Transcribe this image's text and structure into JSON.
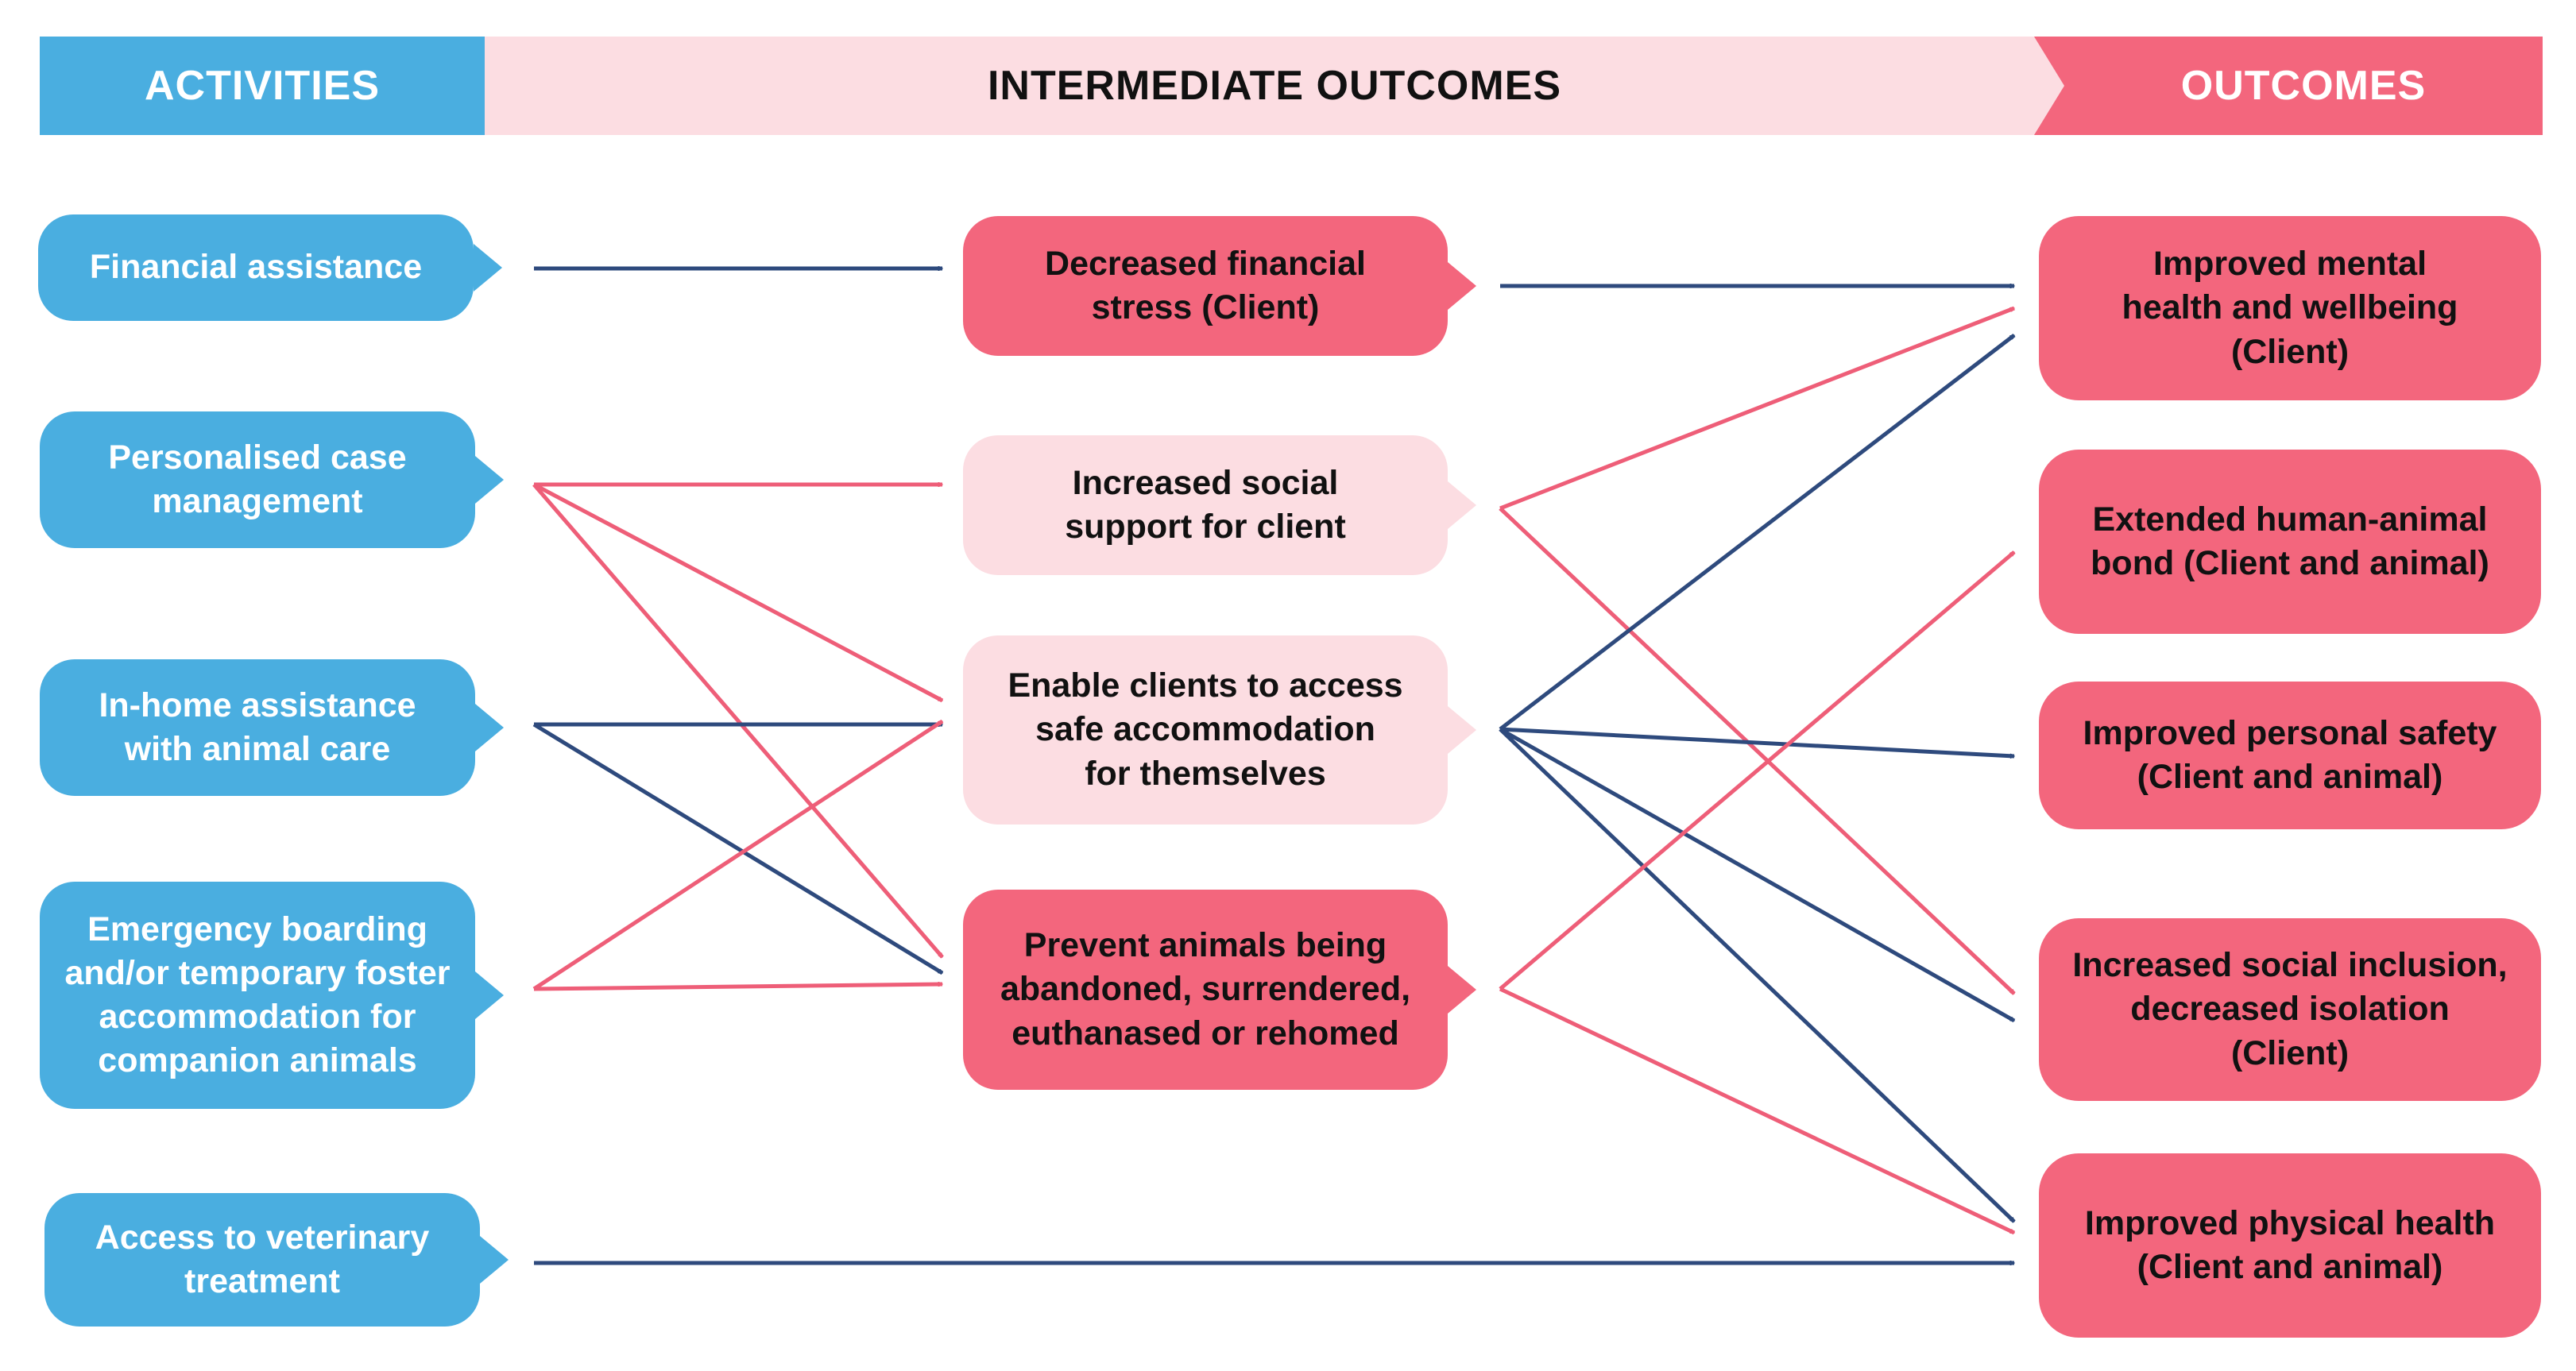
{
  "headers": {
    "activities": "ACTIVITIES",
    "intermediate": "INTERMEDIATE OUTCOMES",
    "outcomes": "OUTCOMES"
  },
  "activities": [
    {
      "label": "Financial assistance"
    },
    {
      "label": "Personalised case\nmanagement"
    },
    {
      "label": "In-home assistance\nwith animal care"
    },
    {
      "label": "Emergency boarding\nand/or temporary foster\naccommodation for\ncompanion animals"
    },
    {
      "label": "Access to veterinary\ntreatment"
    }
  ],
  "intermediate": [
    {
      "label": "Decreased financial\nstress (Client)",
      "shade": "dark"
    },
    {
      "label": "Increased social\nsupport for client",
      "shade": "light"
    },
    {
      "label": "Enable clients to access\nsafe accommodation\nfor themselves",
      "shade": "light"
    },
    {
      "label": "Prevent animals being\nabandoned, surrendered,\neuthanased or rehomed",
      "shade": "dark"
    }
  ],
  "outcomes": [
    {
      "label": "Improved mental\nhealth and wellbeing\n(Client)"
    },
    {
      "label": "Extended human-animal\nbond (Client and animal)"
    },
    {
      "label": "Improved personal safety\n(Client and animal)"
    },
    {
      "label": "Increased social inclusion,\ndecreased isolation\n(Client)"
    },
    {
      "label": "Improved  physical health\n(Client and animal)"
    }
  ],
  "colors": {
    "blue": "#4aaee0",
    "pink_dark": "#f3667d",
    "pink_light": "#fcdde2",
    "arrow_navy": "#2e4a7d",
    "arrow_pink": "#ee5e78"
  },
  "links": [
    {
      "from": "activity-0",
      "to": "intermediate-0",
      "color": "navy"
    },
    {
      "from": "activity-1",
      "to": "intermediate-1",
      "color": "pink"
    },
    {
      "from": "activity-1",
      "to": "intermediate-2",
      "color": "pink"
    },
    {
      "from": "activity-1",
      "to": "intermediate-3",
      "color": "pink"
    },
    {
      "from": "activity-2",
      "to": "intermediate-2",
      "color": "navy"
    },
    {
      "from": "activity-2",
      "to": "intermediate-3",
      "color": "navy"
    },
    {
      "from": "activity-3",
      "to": "intermediate-2",
      "color": "pink"
    },
    {
      "from": "activity-3",
      "to": "intermediate-3",
      "color": "pink"
    },
    {
      "from": "activity-4",
      "to": "outcome-4",
      "color": "navy"
    },
    {
      "from": "intermediate-0",
      "to": "outcome-0",
      "color": "navy"
    },
    {
      "from": "intermediate-1",
      "to": "outcome-0",
      "color": "pink"
    },
    {
      "from": "intermediate-1",
      "to": "outcome-3",
      "color": "pink"
    },
    {
      "from": "intermediate-2",
      "to": "outcome-0",
      "color": "navy"
    },
    {
      "from": "intermediate-2",
      "to": "outcome-2",
      "color": "navy"
    },
    {
      "from": "intermediate-2",
      "to": "outcome-3",
      "color": "navy"
    },
    {
      "from": "intermediate-2",
      "to": "outcome-4",
      "color": "navy"
    },
    {
      "from": "intermediate-3",
      "to": "outcome-1",
      "color": "pink"
    },
    {
      "from": "intermediate-3",
      "to": "outcome-4",
      "color": "pink"
    }
  ]
}
